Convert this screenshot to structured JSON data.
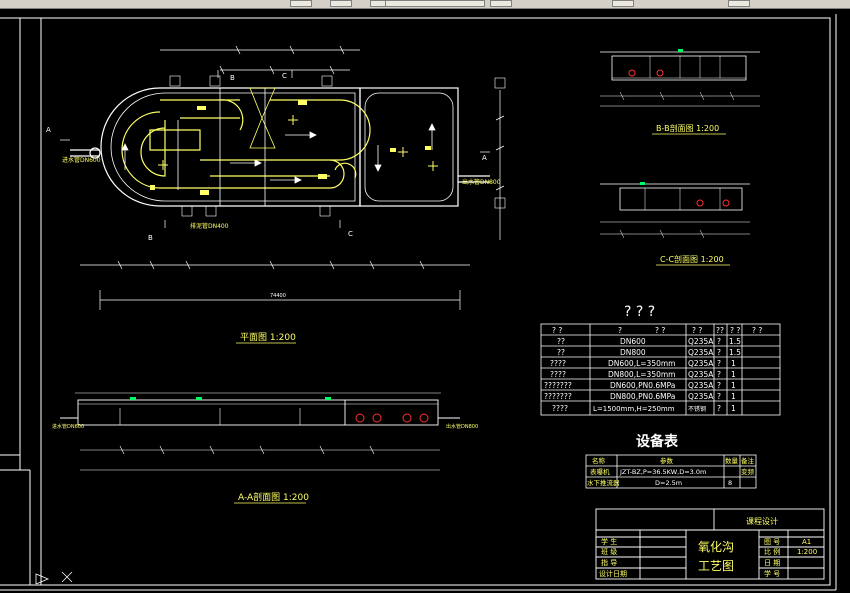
{
  "drawing": {
    "plan_title": "平面图  1:200",
    "plan_scale_label": "平面图",
    "plan_scale": "1:200",
    "overall_length": "74400",
    "section_aa_title": "A-A剖面图  1:200",
    "section_bb_title": "B-B剖面图  1:200",
    "section_cc_title": "C-C剖面图  1:200",
    "pipe_in": "进水管DN600",
    "pipe_out": "出水管DN800",
    "pipe_sludge": "排泥管DN400",
    "section_labels": [
      "A",
      "A",
      "B",
      "B",
      "C",
      "C"
    ]
  },
  "material_table": {
    "heading": "? ? ?",
    "header_cells": [
      "? ?",
      "?",
      "? ?",
      "? ?",
      "??",
      "? ?",
      "? ?"
    ],
    "rows": [
      {
        "name": "??",
        "spec": "DN600",
        "material": "Q235A",
        "unit": "?",
        "qty": "1.5"
      },
      {
        "name": "??",
        "spec": "DN800",
        "material": "Q235A",
        "unit": "?",
        "qty": "1.5"
      },
      {
        "name": "????",
        "spec": "DN600,L=350mm",
        "material": "Q235A",
        "unit": "?",
        "qty": "1"
      },
      {
        "name": "????",
        "spec": "DN800,L=350mm",
        "material": "Q235A",
        "unit": "?",
        "qty": "1"
      },
      {
        "name": "???????",
        "spec": "DN600,PN0.6MPa",
        "material": "Q235A",
        "unit": "?",
        "qty": "1"
      },
      {
        "name": "???????",
        "spec": "DN800,PN0.6MPa",
        "material": "Q235A",
        "unit": "?",
        "qty": "1"
      },
      {
        "name": "????",
        "spec": "L=1500mm,H=250mm",
        "material": "不锈钢",
        "unit": "?",
        "qty": "1"
      }
    ]
  },
  "equipment_table": {
    "heading": "设备表",
    "header_cells": [
      "名称",
      "参数",
      "数量",
      "备注"
    ],
    "rows": [
      {
        "name": "表曝机",
        "spec": "JZT-BZ,P=36.5KW,D=3.0m",
        "qty": "",
        "note": "变频"
      },
      {
        "name": "水下推流器",
        "spec": "D=2.5m",
        "qty": "8",
        "note": ""
      }
    ]
  },
  "title_block": {
    "project": "课程设计",
    "drawing_name_line1": "氧化沟",
    "drawing_name_line2": "工艺图",
    "left_labels": [
      "学 生",
      "班 级",
      "指 导",
      "设计日期"
    ],
    "right_labels": [
      "图 号",
      "比 例",
      "日 期",
      "学 号"
    ],
    "right_values": [
      "A1",
      "1:200",
      "",
      ""
    ]
  },
  "colors": {
    "background": "#000000",
    "line": "#ffffff",
    "accent": "#ffff66",
    "marker_red": "#ff3030",
    "marker_green": "#00ff66"
  }
}
